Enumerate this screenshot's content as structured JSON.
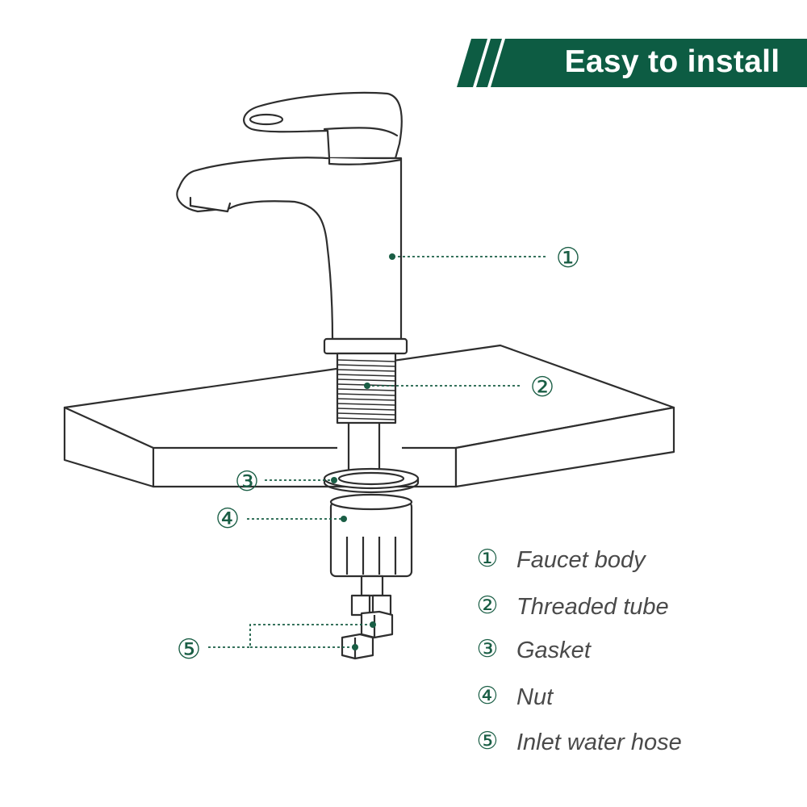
{
  "banner": {
    "title": "Easy to install",
    "color": "#0d5c43"
  },
  "callouts": [
    "①",
    "②",
    "③",
    "④",
    "⑤"
  ],
  "legend": [
    {
      "num": "①",
      "label": "Faucet body"
    },
    {
      "num": "②",
      "label": "Threaded tube"
    },
    {
      "num": "③",
      "label": "Gasket"
    },
    {
      "num": "④",
      "label": "Nut"
    },
    {
      "num": "⑤",
      "label": "Inlet water hose"
    }
  ],
  "colors": {
    "accent": "#0d5c43",
    "line": "#2e2e2e",
    "leader": "#1a5e45"
  }
}
